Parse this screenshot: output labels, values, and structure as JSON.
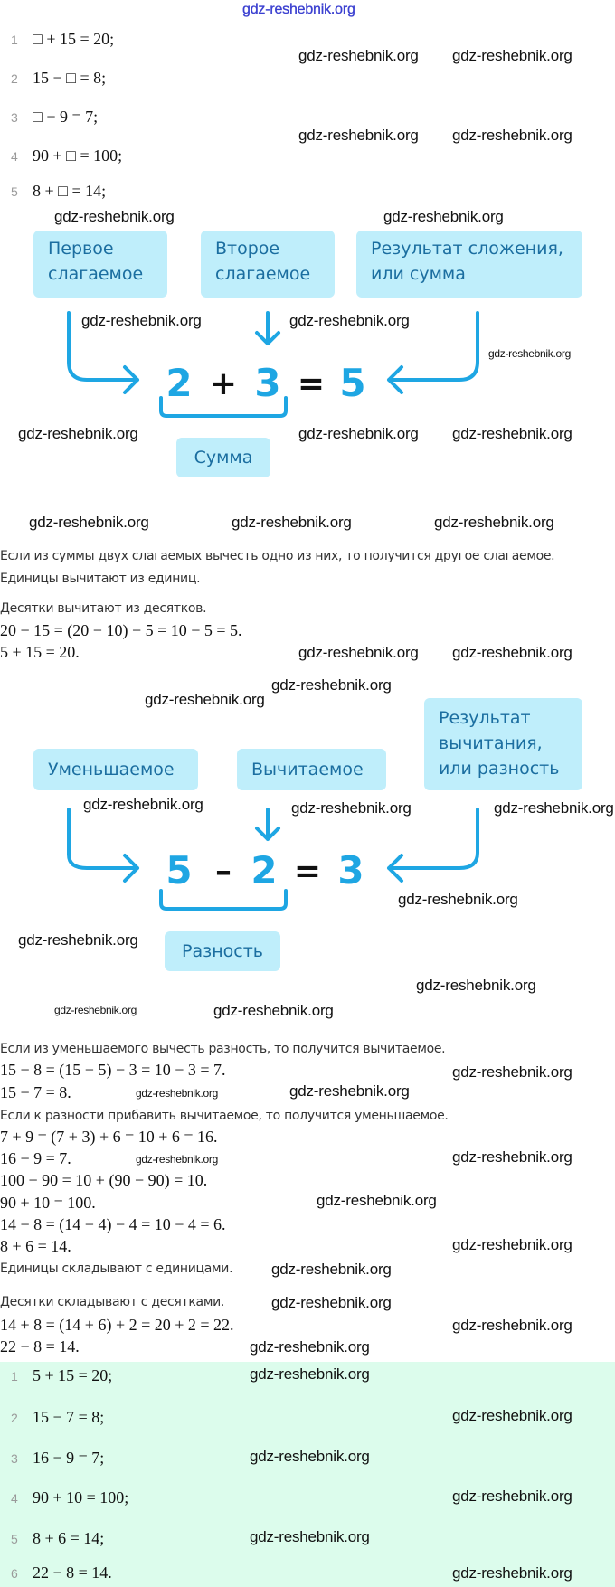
{
  "watermark": "gdz-reshebnik.org",
  "task": {
    "items": [
      {
        "n": "1",
        "expr": "□ + 15 = 20;"
      },
      {
        "n": "2",
        "expr": "15 − □ = 8;"
      },
      {
        "n": "3",
        "expr": "□ − 9 = 7;"
      },
      {
        "n": "4",
        "expr": "90 + □ = 100;"
      },
      {
        "n": "5",
        "expr": "8 + □ = 14;"
      }
    ]
  },
  "addition_diagram": {
    "first_addend": "Первое слагаемое",
    "second_addend": "Второе слагаемое",
    "result": "Результат сложения, или сумма",
    "sum_label": "Сумма",
    "a": "2",
    "op": "+",
    "b": "3",
    "eq": "=",
    "c": "5"
  },
  "subtraction_diagram": {
    "minuend": "Уменьшаемое",
    "subtrahend": "Вычитаемое",
    "result": "Результат вычитания, или разность",
    "diff_label": "Разность",
    "a": "5",
    "op": "–",
    "b": "2",
    "eq": "=",
    "c": "3"
  },
  "colors": {
    "accent": "#1ea6e3",
    "box_bg": "#bfeefb",
    "box_text": "#1b6ea0",
    "answer_bg": "#dcfcec",
    "watermark_top": "#3a3fd0"
  },
  "solution": {
    "rule1": "Если из суммы двух слагаемых вычесть одно из них, то получится другое слагаемое.",
    "rule2": "Единицы вычитают из единиц.",
    "rule3": "Десятки вычитают из десятков.",
    "eq1": "20 − 15 = (20 − 10) − 5 = 10 − 5 = 5.",
    "eq2": "5 + 15 = 20.",
    "rule4": "Если из уменьшаемого вычесть разность, то получится вычитаемое.",
    "eq3": "15 − 8 = (15 − 5) − 3 = 10 − 3 = 7.",
    "eq4": "15 − 7 = 8.",
    "rule5": "Если к разности прибавить вычитаемое, то получится уменьшаемое.",
    "eq5": "7 + 9 = (7 + 3) + 6 = 10 + 6 = 16.",
    "eq6": "16 − 9 = 7.",
    "eq7": "100 − 90 = 10 + (90 − 90) = 10.",
    "eq8": "90 + 10 = 100.",
    "eq9": "14 − 8 = (14 − 4) − 4 = 10 − 4 = 6.",
    "eq10": "8 + 6 = 14.",
    "rule6": "Единицы складывают с единицами.",
    "rule7": "Десятки складывают с десятками.",
    "eq11": "14 + 8 = (14 + 6) + 2 = 20 + 2 = 22.",
    "eq12": "22 − 8 = 14."
  },
  "answers": {
    "items": [
      {
        "n": "1",
        "expr": "5 + 15 = 20;"
      },
      {
        "n": "2",
        "expr": "15 − 7 = 8;"
      },
      {
        "n": "3",
        "expr": "16 − 9 = 7;"
      },
      {
        "n": "4",
        "expr": "90 + 10 = 100;"
      },
      {
        "n": "5",
        "expr": "8 + 6 = 14;"
      },
      {
        "n": "6",
        "expr": "22 − 8 = 14."
      }
    ]
  }
}
